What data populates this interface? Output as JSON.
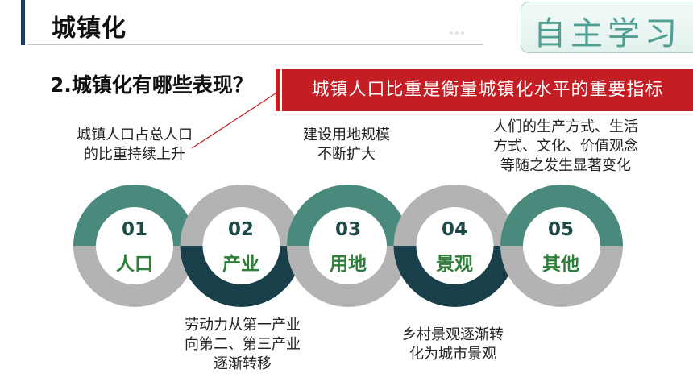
{
  "header": {
    "title": "城镇化",
    "dots": "。。。",
    "badge": "自主学习"
  },
  "question": "2.城镇化有哪些表现？",
  "callout": "城镇人口比重是衡量城镇化水平的重要指标",
  "items": [
    {
      "num": "01",
      "label": "人口",
      "desc": [
        "城镇人口占总人口",
        "的比重持续上升"
      ]
    },
    {
      "num": "02",
      "label": "产业",
      "desc": [
        "劳动力从第一产业",
        "向第二、第三产业",
        "逐渐转移"
      ]
    },
    {
      "num": "03",
      "label": "用地",
      "desc": [
        "建设用地规模",
        "不断扩大"
      ]
    },
    {
      "num": "04",
      "label": "景观",
      "desc": [
        "乡村景观逐渐转",
        "化为城市景观"
      ]
    },
    {
      "num": "05",
      "label": "其他",
      "desc": [
        "人们的生产方式、生活",
        "方式、文化、价值观念",
        "等随之发生显著变化"
      ]
    }
  ],
  "colors": {
    "ring_teal": "#4a8a7d",
    "ring_dark": "#19404a",
    "ring_gray": "#b3b3b3",
    "accent_red": "#c41e24"
  }
}
